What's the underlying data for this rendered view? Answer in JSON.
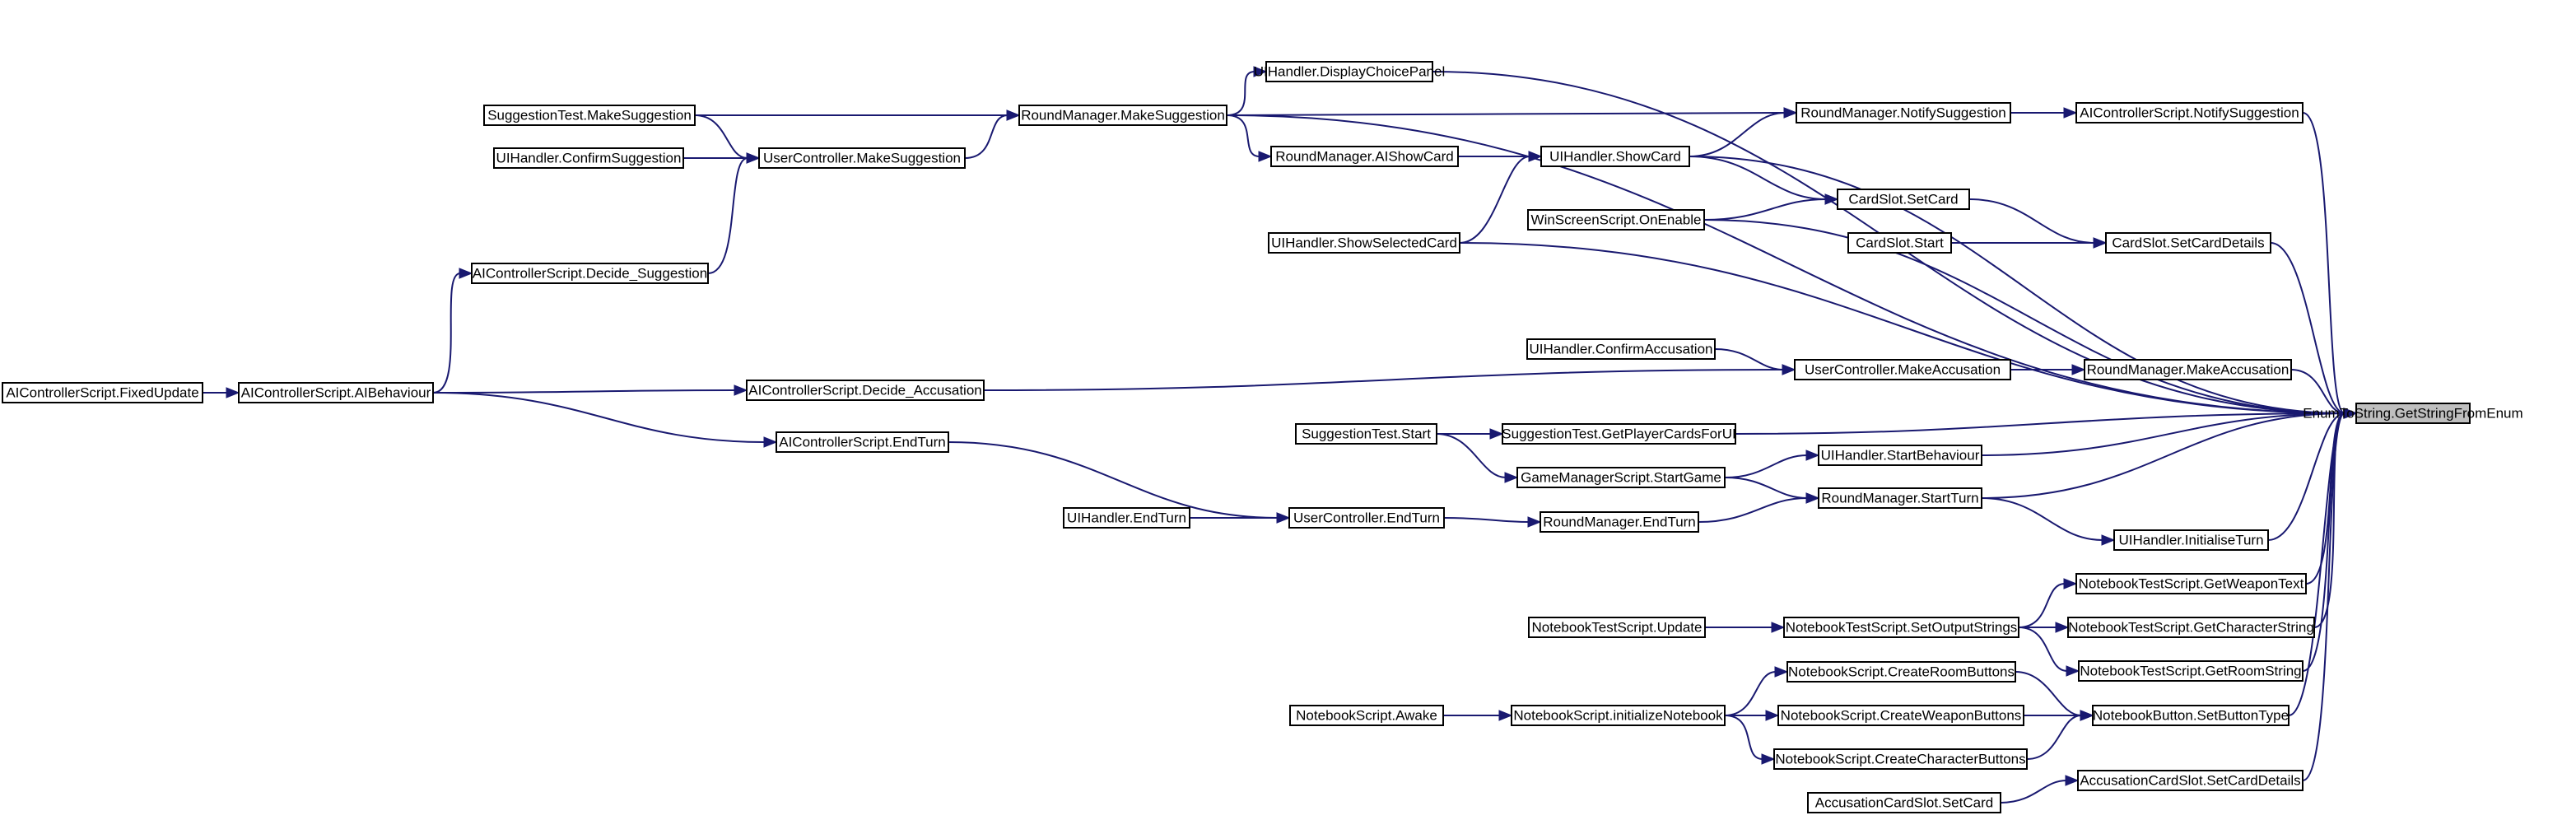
{
  "graph": {
    "title": "",
    "nodes": [
      {
        "id": "root",
        "label": "EnumToString.GetStringFromEnum",
        "root": true
      },
      {
        "id": "dcp",
        "label": "UIHandler.DisplayChoicePanel"
      },
      {
        "id": "stms",
        "label": "SuggestionTest.MakeSuggestion"
      },
      {
        "id": "rmms",
        "label": "RoundManager.MakeSuggestion"
      },
      {
        "id": "rmns",
        "label": "RoundManager.NotifySuggestion"
      },
      {
        "id": "acns",
        "label": "AIControllerScript.NotifySuggestion"
      },
      {
        "id": "uics",
        "label": "UIHandler.ConfirmSuggestion"
      },
      {
        "id": "ucms",
        "label": "UserController.MakeSuggestion"
      },
      {
        "id": "rmasc",
        "label": "RoundManager.AIShowCard"
      },
      {
        "id": "uisc",
        "label": "UIHandler.ShowCard"
      },
      {
        "id": "cssc",
        "label": "CardSlot.SetCard"
      },
      {
        "id": "wsoe",
        "label": "WinScreenScript.OnEnable"
      },
      {
        "id": "csst",
        "label": "CardSlot.Start"
      },
      {
        "id": "csscd",
        "label": "CardSlot.SetCardDetails"
      },
      {
        "id": "acds",
        "label": "AIControllerScript.Decide_Suggestion"
      },
      {
        "id": "uissc",
        "label": "UIHandler.ShowSelectedCard"
      },
      {
        "id": "uica",
        "label": "UIHandler.ConfirmAccusation"
      },
      {
        "id": "acfu",
        "label": "AIControllerScript.FixedUpdate"
      },
      {
        "id": "acab",
        "label": "AIControllerScript.AIBehaviour"
      },
      {
        "id": "acda",
        "label": "AIControllerScript.Decide_Accusation"
      },
      {
        "id": "ucma",
        "label": "UserController.MakeAccusation"
      },
      {
        "id": "rmma",
        "label": "RoundManager.MakeAccusation"
      },
      {
        "id": "stst",
        "label": "SuggestionTest.Start"
      },
      {
        "id": "stgp",
        "label": "SuggestionTest.GetPlayerCardsForUI"
      },
      {
        "id": "acet",
        "label": "AIControllerScript.EndTurn"
      },
      {
        "id": "uisb",
        "label": "UIHandler.StartBehaviour"
      },
      {
        "id": "gmsg",
        "label": "GameManagerScript.StartGame"
      },
      {
        "id": "rmst",
        "label": "RoundManager.StartTurn"
      },
      {
        "id": "uiet",
        "label": "UIHandler.EndTurn"
      },
      {
        "id": "ucet",
        "label": "UserController.EndTurn"
      },
      {
        "id": "rmet",
        "label": "RoundManager.EndTurn"
      },
      {
        "id": "uiit",
        "label": "UIHandler.InitialiseTurn"
      },
      {
        "id": "ntgw",
        "label": "NotebookTestScript.GetWeaponText"
      },
      {
        "id": "ntup",
        "label": "NotebookTestScript.Update"
      },
      {
        "id": "ntso",
        "label": "NotebookTestScript.SetOutputStrings"
      },
      {
        "id": "ntgc",
        "label": "NotebookTestScript.GetCharacterString"
      },
      {
        "id": "ntgr",
        "label": "NotebookTestScript.GetRoomString"
      },
      {
        "id": "nscr",
        "label": "NotebookScript.CreateRoomButtons"
      },
      {
        "id": "nsaw",
        "label": "NotebookScript.Awake"
      },
      {
        "id": "nsin",
        "label": "NotebookScript.initializeNotebook"
      },
      {
        "id": "nscw",
        "label": "NotebookScript.CreateWeaponButtons"
      },
      {
        "id": "nbsb",
        "label": "NotebookButton.SetButtonType"
      },
      {
        "id": "nscc",
        "label": "NotebookScript.CreateCharacterButtons"
      },
      {
        "id": "acscd",
        "label": "AccusationCardSlot.SetCardDetails"
      },
      {
        "id": "acssc",
        "label": "AccusationCardSlot.SetCard"
      }
    ],
    "edges": [
      {
        "from": "rmms",
        "to": "root"
      },
      {
        "from": "dcp",
        "to": "root"
      },
      {
        "from": "acns",
        "to": "root"
      },
      {
        "from": "uisc",
        "to": "root"
      },
      {
        "from": "csscd",
        "to": "root"
      },
      {
        "from": "wsoe",
        "to": "root"
      },
      {
        "from": "uissc",
        "to": "root"
      },
      {
        "from": "rmma",
        "to": "root"
      },
      {
        "from": "stgp",
        "to": "root"
      },
      {
        "from": "uisb",
        "to": "root"
      },
      {
        "from": "rmst",
        "to": "root"
      },
      {
        "from": "uiit",
        "to": "root"
      },
      {
        "from": "ntgw",
        "to": "root"
      },
      {
        "from": "ntgc",
        "to": "root"
      },
      {
        "from": "ntgr",
        "to": "root"
      },
      {
        "from": "nbsb",
        "to": "root"
      },
      {
        "from": "acscd",
        "to": "root"
      },
      {
        "from": "rmms",
        "to": "dcp"
      },
      {
        "from": "rmms",
        "to": "rmns"
      },
      {
        "from": "stms",
        "to": "rmms"
      },
      {
        "from": "ucms",
        "to": "rmms"
      },
      {
        "from": "stms",
        "to": "ucms"
      },
      {
        "from": "uics",
        "to": "ucms"
      },
      {
        "from": "acds",
        "to": "ucms"
      },
      {
        "from": "rmns",
        "to": "acns"
      },
      {
        "from": "uisc",
        "to": "rmns"
      },
      {
        "from": "rmms",
        "to": "rmasc"
      },
      {
        "from": "rmasc",
        "to": "uisc"
      },
      {
        "from": "uissc",
        "to": "uisc"
      },
      {
        "from": "uisc",
        "to": "cssc"
      },
      {
        "from": "wsoe",
        "to": "cssc"
      },
      {
        "from": "cssc",
        "to": "csscd"
      },
      {
        "from": "csst",
        "to": "csscd"
      },
      {
        "from": "acab",
        "to": "acds"
      },
      {
        "from": "acfu",
        "to": "acab"
      },
      {
        "from": "acab",
        "to": "acda"
      },
      {
        "from": "acab",
        "to": "acet"
      },
      {
        "from": "acda",
        "to": "ucma"
      },
      {
        "from": "uica",
        "to": "ucma"
      },
      {
        "from": "ucma",
        "to": "rmma"
      },
      {
        "from": "stst",
        "to": "stgp"
      },
      {
        "from": "stst",
        "to": "gmsg"
      },
      {
        "from": "gmsg",
        "to": "uisb"
      },
      {
        "from": "gmsg",
        "to": "rmst"
      },
      {
        "from": "rmet",
        "to": "rmst"
      },
      {
        "from": "rmst",
        "to": "uiit"
      },
      {
        "from": "acet",
        "to": "ucet"
      },
      {
        "from": "uiet",
        "to": "ucet"
      },
      {
        "from": "ucet",
        "to": "rmet"
      },
      {
        "from": "ntso",
        "to": "ntgw"
      },
      {
        "from": "ntso",
        "to": "ntgc"
      },
      {
        "from": "ntso",
        "to": "ntgr"
      },
      {
        "from": "ntup",
        "to": "ntso"
      },
      {
        "from": "nsaw",
        "to": "nsin"
      },
      {
        "from": "nsin",
        "to": "nscr"
      },
      {
        "from": "nsin",
        "to": "nscw"
      },
      {
        "from": "nsin",
        "to": "nscc"
      },
      {
        "from": "nscr",
        "to": "nbsb"
      },
      {
        "from": "nscw",
        "to": "nbsb"
      },
      {
        "from": "nscc",
        "to": "nbsb"
      },
      {
        "from": "acssc",
        "to": "acscd"
      }
    ]
  }
}
